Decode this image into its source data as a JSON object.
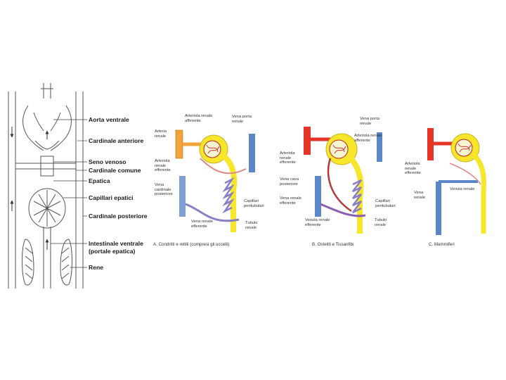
{
  "colors": {
    "artery": "#e53527",
    "vein": "#5b86c7",
    "tubule": "#f7e62a",
    "capillary": "#8a7fc2",
    "line": "#333333",
    "background": "#ffffff"
  },
  "left_diagram": {
    "labels": [
      "Aorta ventrale",
      "Cardinale anteriore",
      "Seno venoso",
      "Cardinale comune",
      "Epatica",
      "Capillari epatici",
      "Cardinale posteriore",
      "Intestinale ventrale",
      "(portale epatica)",
      "Rene"
    ]
  },
  "panel_a": {
    "labels": {
      "arteriola_afferente": "Arteriola renale afferente",
      "vena_porta": "Vena porta renale",
      "arteria_renale": "Arteria renale",
      "arteriola_efferente": "Arteriola renale efferente",
      "vena_cardinale": "Vena cardinale posteriore",
      "capillari": "Capillari peritubulari",
      "vena_efferente": "Vena renale efferente",
      "tubulo": "Tubulo renale"
    },
    "caption": "A. Condritti e rettili (compresi gli uccelli)"
  },
  "panel_b": {
    "labels": {
      "vena_porta": "Vena porta renale",
      "arteriola_afferente": "Arteriola renale afferente",
      "arteriola_efferente": "Arteriola renale efferente",
      "vena_cava": "Vena cava posteriore",
      "vena_renale_efferente": "Vena renale efferente",
      "capillari": "Capillari peritubulari",
      "venula_efferente": "Venula renale efferente",
      "tubulo": "Tubulo renale"
    },
    "caption": "B. Osteitti e Tissanfibi"
  },
  "panel_c": {
    "labels": {
      "arteriola_efferente": "Arteriola renale efferente",
      "venula_renale": "Venula renale",
      "vena_renale": "Vena renale"
    },
    "caption": "C. Mammiferi"
  }
}
